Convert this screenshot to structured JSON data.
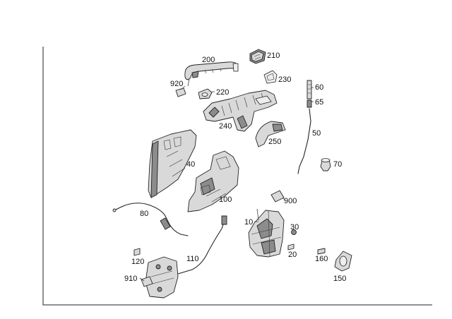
{
  "parts": [
    {
      "id": "p200",
      "label": "200"
    },
    {
      "id": "p210",
      "label": "210"
    },
    {
      "id": "p230",
      "label": "230"
    },
    {
      "id": "p920",
      "label": "920"
    },
    {
      "id": "p220",
      "label": "220"
    },
    {
      "id": "p60",
      "label": "60"
    },
    {
      "id": "p65",
      "label": "65"
    },
    {
      "id": "p240",
      "label": "240"
    },
    {
      "id": "p50",
      "label": "50"
    },
    {
      "id": "p250",
      "label": "250"
    },
    {
      "id": "p70",
      "label": "70"
    },
    {
      "id": "p40",
      "label": "40"
    },
    {
      "id": "p100",
      "label": "100"
    },
    {
      "id": "p900",
      "label": "900"
    },
    {
      "id": "p80",
      "label": "80"
    },
    {
      "id": "p10",
      "label": "10"
    },
    {
      "id": "p30",
      "label": "30"
    },
    {
      "id": "p110",
      "label": "110"
    },
    {
      "id": "p20",
      "label": "20"
    },
    {
      "id": "p160",
      "label": "160"
    },
    {
      "id": "p120",
      "label": "120"
    },
    {
      "id": "p150",
      "label": "150"
    },
    {
      "id": "p910",
      "label": "910"
    }
  ]
}
